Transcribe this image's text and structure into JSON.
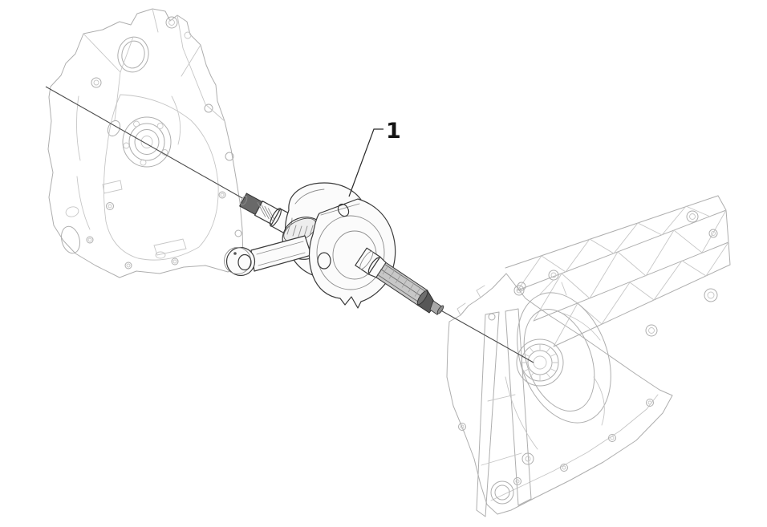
{
  "figure": {
    "kind": "exploded-parts-diagram",
    "description_scope": "engine crankcase halves with crankshaft on assembly axis",
    "background_color": "#ffffff",
    "colors": {
      "case_line": "#aeaeae",
      "part_line": "#3a3a3a",
      "dark_metal": "#696969",
      "axis_line": "#4a4a4a",
      "callout_text": "#141414"
    },
    "callouts": [
      {
        "label": "1",
        "points_to": "crankshaft-assembly"
      }
    ],
    "parts": [
      {
        "name": "left-crankcase-half"
      },
      {
        "name": "crankshaft-assembly",
        "callout": "1"
      },
      {
        "name": "right-crankcase-half"
      }
    ]
  }
}
